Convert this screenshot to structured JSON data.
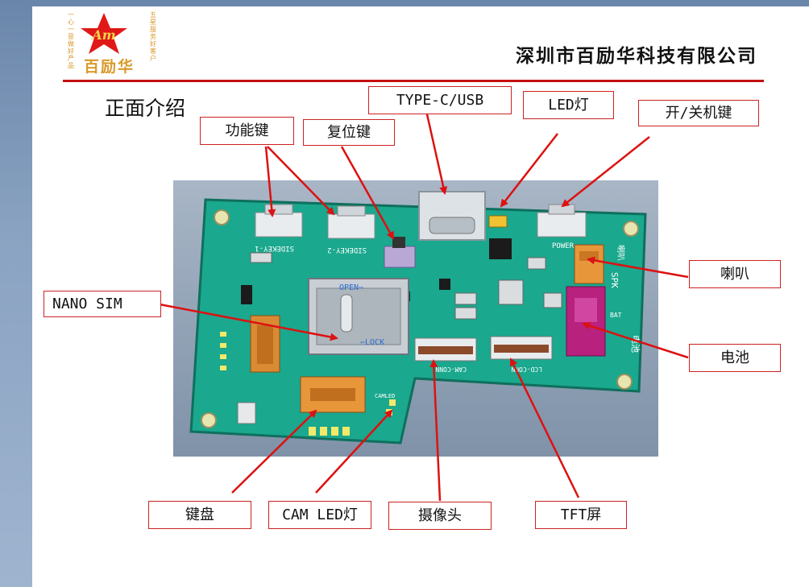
{
  "header": {
    "logo_mark": "Am",
    "logo_name": "百励华",
    "logo_tagline_left": "一心一意做好产品",
    "logo_tagline_right": "五星服务好客户",
    "company": "深圳市百励华科技有限公司"
  },
  "title": "正面介绍",
  "labels": {
    "function_key": "功能键",
    "reset_key": "复位键",
    "type_c": "TYPE-C/USB",
    "led": "LED灯",
    "power_key": "开/关机键",
    "nano_sim": "NANO SIM",
    "speaker": "喇叭",
    "battery": "电池",
    "keyboard": "键盘",
    "cam_led": "CAM LED灯",
    "camera": "摄像头",
    "tft": "TFT屏"
  },
  "board_text": {
    "open": "OPEN⇨",
    "lock": "⇦LOCK",
    "cam_conn": "CAM-CONN",
    "lcd_conn": "LCD-CONN",
    "sidekey1": "SIDEKEY-1",
    "sidekey2": "SIDEKEY-2",
    "power": "POWER",
    "bat": "BAT",
    "battery_cn": "电池",
    "spk_cn": "喇叭",
    "spk": "SPK",
    "camled": "CAMLED"
  },
  "colors": {
    "pcb": "#1aa88e",
    "label_border": "#cc2222",
    "arrow": "#dd1111",
    "header_rule": "#c41010",
    "logo_gold": "#d99a2a"
  }
}
